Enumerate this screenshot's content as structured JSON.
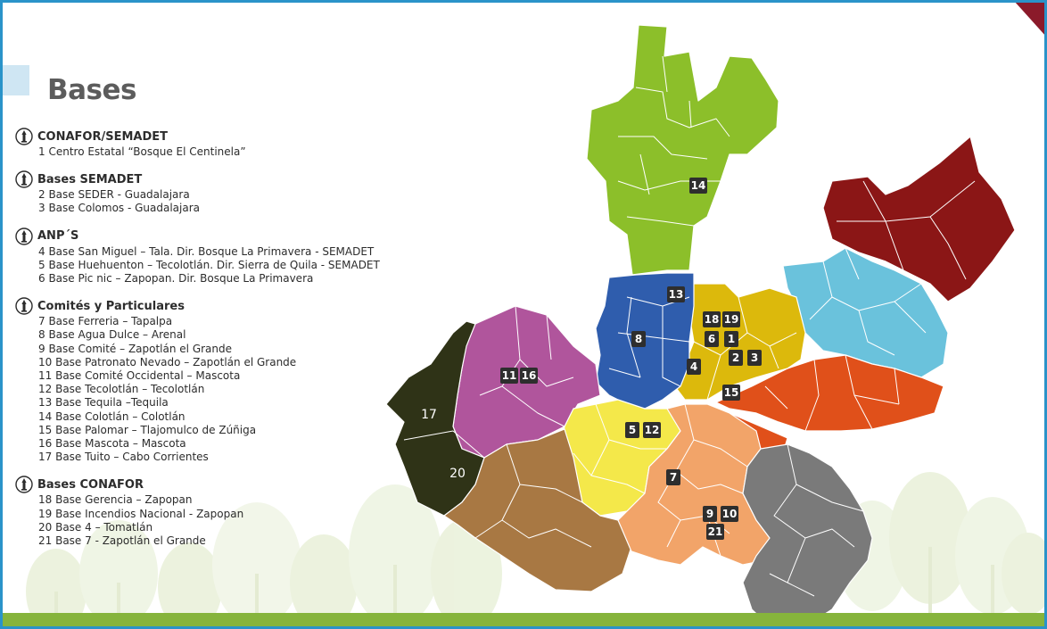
{
  "page": {
    "title": "Bases"
  },
  "legend": [
    {
      "icon": "tower-icon",
      "title": "CONAFOR/SEMADET",
      "items": [
        "1 Centro Estatal “Bosque El Centinela”"
      ]
    },
    {
      "icon": "tower-icon",
      "title": "Bases SEMADET",
      "items": [
        "2 Base SEDER - Guadalajara",
        "3 Base Colomos - Guadalajara"
      ]
    },
    {
      "icon": "tower-icon",
      "title": "ANP´S",
      "items": [
        "4 Base San Miguel – Tala. Dir. Bosque La Primavera - SEMADET",
        "5 Base Huehuenton – Tecolotlán. Dir. Sierra de Quila - SEMADET",
        "6 Base  Pic nic – Zapopan. Dir. Bosque La Primavera"
      ]
    },
    {
      "icon": "tower-icon",
      "title": "Comités y Particulares",
      "items": [
        "7 Base Ferreria – Tapalpa",
        "8 Base Agua Dulce – Arenal",
        "9 Base Comité – Zapotlán el Grande",
        "10 Base Patronato Nevado – Zapotlán el Grande",
        "11 Base Comité Occidental – Mascota",
        "12 Base Tecolotlán – Tecolotlán",
        "13 Base Tequila –Tequila",
        "14 Base Colotlán – Colotlán",
        "15 Base Palomar – Tlajomulco de Zúñiga",
        "16 Base Mascota –  Mascota",
        "17 Base Tuito – Cabo Corrientes"
      ]
    },
    {
      "icon": "tower-icon",
      "title": "Bases CONAFOR",
      "items": [
        "18 Base Gerencia – Zapopan",
        "19 Base Incendios Nacional - Zapopan",
        "20 Base 4 – Tomatlán",
        "21 Base 7 - Zapotlán el Grande"
      ]
    }
  ],
  "map": {
    "regions": [
      {
        "name": "north",
        "color": "#8cbf2a"
      },
      {
        "name": "northeast",
        "color": "#8b1616"
      },
      {
        "name": "altos-sur",
        "color": "#6ac2dc"
      },
      {
        "name": "cienega",
        "color": "#e0501a"
      },
      {
        "name": "centro",
        "color": "#dcb90c"
      },
      {
        "name": "valles",
        "color": "#2f5dad"
      },
      {
        "name": "sierra-occidental",
        "color": "#b0559c"
      },
      {
        "name": "costa-norte",
        "color": "#2f3317"
      },
      {
        "name": "costa-sur",
        "color": "#a87843"
      },
      {
        "name": "lagunas",
        "color": "#f4e84a"
      },
      {
        "name": "sur",
        "color": "#f2a469"
      },
      {
        "name": "sureste",
        "color": "#7a7a7a"
      }
    ],
    "markers": [
      {
        "label": "14",
        "style": "badge"
      },
      {
        "label": "13",
        "style": "badge"
      },
      {
        "label": "8",
        "style": "badge"
      },
      {
        "label": "4",
        "style": "badge"
      },
      {
        "label": "18",
        "style": "badge"
      },
      {
        "label": "19",
        "style": "badge"
      },
      {
        "label": "6",
        "style": "badge"
      },
      {
        "label": "1",
        "style": "badge"
      },
      {
        "label": "2",
        "style": "badge"
      },
      {
        "label": "3",
        "style": "badge"
      },
      {
        "label": "15",
        "style": "badge"
      },
      {
        "label": "11",
        "style": "badge"
      },
      {
        "label": "16",
        "style": "badge"
      },
      {
        "label": "5",
        "style": "badge"
      },
      {
        "label": "12",
        "style": "badge"
      },
      {
        "label": "7",
        "style": "badge"
      },
      {
        "label": "9",
        "style": "badge"
      },
      {
        "label": "10",
        "style": "badge"
      },
      {
        "label": "21",
        "style": "badge"
      },
      {
        "label": "17",
        "style": "plain"
      },
      {
        "label": "20",
        "style": "plain"
      }
    ]
  },
  "colors": {
    "frame_border": "#2a93c9",
    "ground": "#86b43c",
    "tree_fill": "#d9e8b8",
    "corner_accent": "#8b1a2a"
  }
}
